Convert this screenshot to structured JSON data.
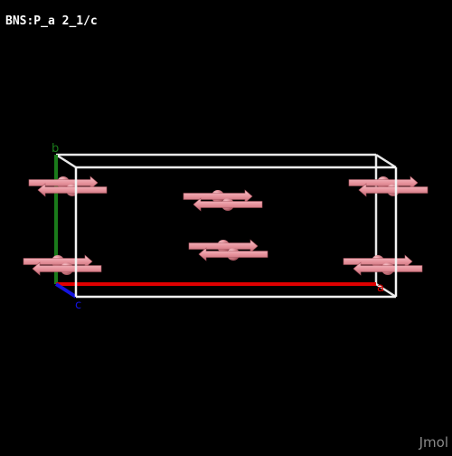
{
  "space_group_label": "BNS:P_a 2_1/c",
  "watermark": "Jmol",
  "axes": {
    "a": {
      "label": "a",
      "color": "#e00000"
    },
    "b": {
      "label": "b",
      "color": "#1a7a1a"
    },
    "c": {
      "label": "c",
      "color": "#1414e0"
    }
  },
  "colors": {
    "background": "#000000",
    "cell_edge": "#f0f0f0",
    "atom": "#e6a0a6",
    "spin_arrow": "#e6909a"
  },
  "icons": {
    "atom": "sphere",
    "spin": "arrow"
  }
}
